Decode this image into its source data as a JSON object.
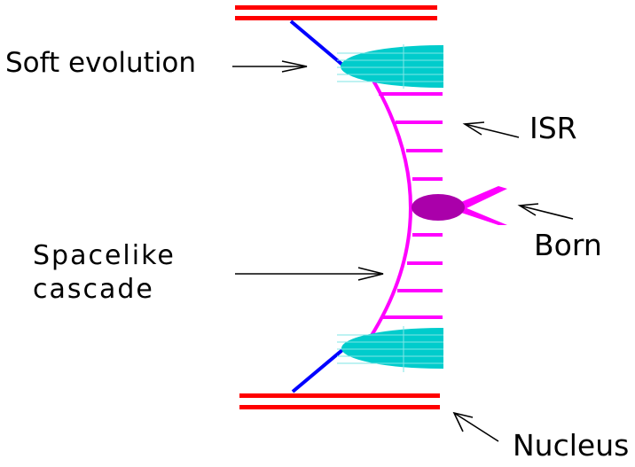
{
  "labels": {
    "soft_evolution": "Soft evolution",
    "isr": "ISR",
    "born": "Born",
    "spacelike_line1": "Spacelike",
    "spacelike_line2": "cascade",
    "nucleus": "Nucleus"
  },
  "colors": {
    "nucleus": "#ff0000",
    "parton_line": "#0000ff",
    "soft_blob": "#00cccc",
    "cascade": "#ff00ff",
    "born_vertex": "#aa00aa",
    "arrow": "#000000"
  },
  "ladder_rungs": 8
}
